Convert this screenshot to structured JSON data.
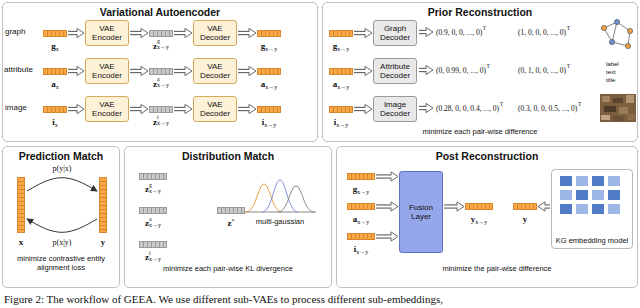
{
  "diagram": {
    "caption": "Figure 2: The workflow of GEEA. We use different sub-VAEs to process different sub-embeddings,",
    "nodes": [
      {
        "text": [
          "Variational Autoencoder"
        ]
      },
      {
        "text": [
          "g",
          "x"
        ],
        "in": 0
      },
      {
        "text": [
          "VAE Encoder"
        ],
        "in": 0
      },
      {
        "text": [
          "z",
          "g",
          "x→y"
        ],
        "in": 0
      },
      {
        "text": [
          "VAE Decoder"
        ],
        "in": 0
      },
      {
        "text": [
          "g",
          "x→y"
        ],
        "in": 0
      },
      {
        "text": [
          "a",
          "x"
        ],
        "in": 0
      },
      {
        "text": [
          "VAE Encoder"
        ],
        "in": 0
      },
      {
        "text": [
          "z",
          "a",
          "x→y"
        ],
        "in": 0
      },
      {
        "text": [
          "VAE Decoder"
        ],
        "in": 0
      },
      {
        "text": [
          "a",
          "x→y"
        ],
        "in": 0
      },
      {
        "text": [
          "i",
          "x"
        ],
        "in": 0
      },
      {
        "text": [
          "VAE Encoder"
        ],
        "in": 0
      },
      {
        "text": [
          "z",
          "i",
          "x→y"
        ],
        "in": 0
      },
      {
        "text": [
          "VAE Decoder"
        ],
        "in": 0
      },
      {
        "text": [
          "i",
          "x→y"
        ],
        "in": 0
      },
      {
        "text": [
          "Prior Reconstruction"
        ]
      },
      {
        "text": [
          "g",
          "x→y"
        ],
        "in": 16
      },
      {
        "text": [
          "Graph Decoder"
        ],
        "in": 16
      },
      {
        "text": [
          "a",
          "x→y"
        ],
        "in": 16
      },
      {
        "text": [
          "Attribute Decoder"
        ],
        "in": 16
      },
      {
        "text": [
          "i",
          "x→y"
        ],
        "in": 16
      },
      {
        "text": [
          "Image Decoder"
        ],
        "in": 16
      },
      {
        "text": [
          "Prediction Match"
        ]
      },
      {
        "text": [
          "x"
        ],
        "in": 23
      },
      {
        "text": [
          "y"
        ],
        "in": 23
      },
      {
        "text": [
          "Distribution Match"
        ]
      },
      {
        "text": [
          "z",
          "g",
          "x→y"
        ],
        "in": 26
      },
      {
        "text": [
          "z",
          "a",
          "x→y"
        ],
        "in": 26
      },
      {
        "text": [
          "z",
          "i",
          "x→y"
        ],
        "in": 26
      },
      {
        "text": [
          "z",
          "*"
        ],
        "in": 26
      },
      {
        "text": [
          "Post Reconstruction"
        ]
      },
      {
        "text": [
          "g",
          "x→y"
        ],
        "in": 31
      },
      {
        "text": [
          "a",
          "x→y"
        ],
        "in": 31
      },
      {
        "text": [
          "i",
          "x→y"
        ],
        "in": 31
      },
      {
        "text": [
          "Fusion Layer"
        ],
        "in": 31
      },
      {
        "text": [
          "y",
          "x→y"
        ],
        "in": 31
      },
      {
        "text": [
          "y"
        ],
        "in": 31
      },
      {
        "text": [
          "KG embedding model"
        ],
        "in": 31
      }
    ],
    "edges": [
      {
        "from": 1,
        "to": 2,
        "arrow": "to"
      },
      {
        "from": 2,
        "to": 3,
        "arrow": "to"
      },
      {
        "from": 3,
        "to": 4,
        "arrow": "to"
      },
      {
        "from": 4,
        "to": 5,
        "arrow": "to"
      },
      {
        "from": 6,
        "to": 7,
        "arrow": "to"
      },
      {
        "from": 7,
        "to": 8,
        "arrow": "to"
      },
      {
        "from": 8,
        "to": 9,
        "arrow": "to"
      },
      {
        "from": 9,
        "to": 10,
        "arrow": "to"
      },
      {
        "from": 11,
        "to": 12,
        "arrow": "to"
      },
      {
        "from": 12,
        "to": 13,
        "arrow": "to"
      },
      {
        "from": 13,
        "to": 14,
        "arrow": "to"
      },
      {
        "from": 14,
        "to": 15,
        "arrow": "to"
      },
      {
        "from": 17,
        "to": 18,
        "arrow": "to"
      },
      {
        "from": 19,
        "to": 20,
        "arrow": "to"
      },
      {
        "from": 21,
        "to": 22,
        "arrow": "to"
      },
      {
        "from": 24,
        "to": 25,
        "label": "p(y|x)",
        "arrow": "to"
      },
      {
        "from": 25,
        "to": 24,
        "label": "p(x|y)",
        "arrow": "to"
      },
      {
        "from": 32,
        "to": 35,
        "arrow": "to"
      },
      {
        "from": 33,
        "to": 35,
        "arrow": "to"
      },
      {
        "from": 34,
        "to": 35,
        "arrow": "to"
      },
      {
        "from": 35,
        "to": 36,
        "arrow": "to"
      },
      {
        "from": 38,
        "to": 37,
        "arrow": "to"
      }
    ],
    "labels": [
      "graph",
      "attribute",
      "image",
      "(0.9, 0, 0, ..., 0)",
      "T",
      "(1, 0, 0, 0, ..., 0)",
      "T",
      "(0, 0.99, 0, ..., 0)",
      "T",
      "(0, 1, 0, 0, ..., 0)",
      "T",
      "(0.28, 0, 0, 0.4, ..., 0)",
      "T",
      "(0.3, 0, 0, 0.5, ..., 0)",
      "T",
      "label",
      "text",
      "title",
      "minimize each pair-wise difference",
      "minimize contrastive entity alignment loss",
      "multi-gaussian",
      "minimize each pair-wise KL divergence",
      "minimize the pair-wise difference"
    ]
  }
}
